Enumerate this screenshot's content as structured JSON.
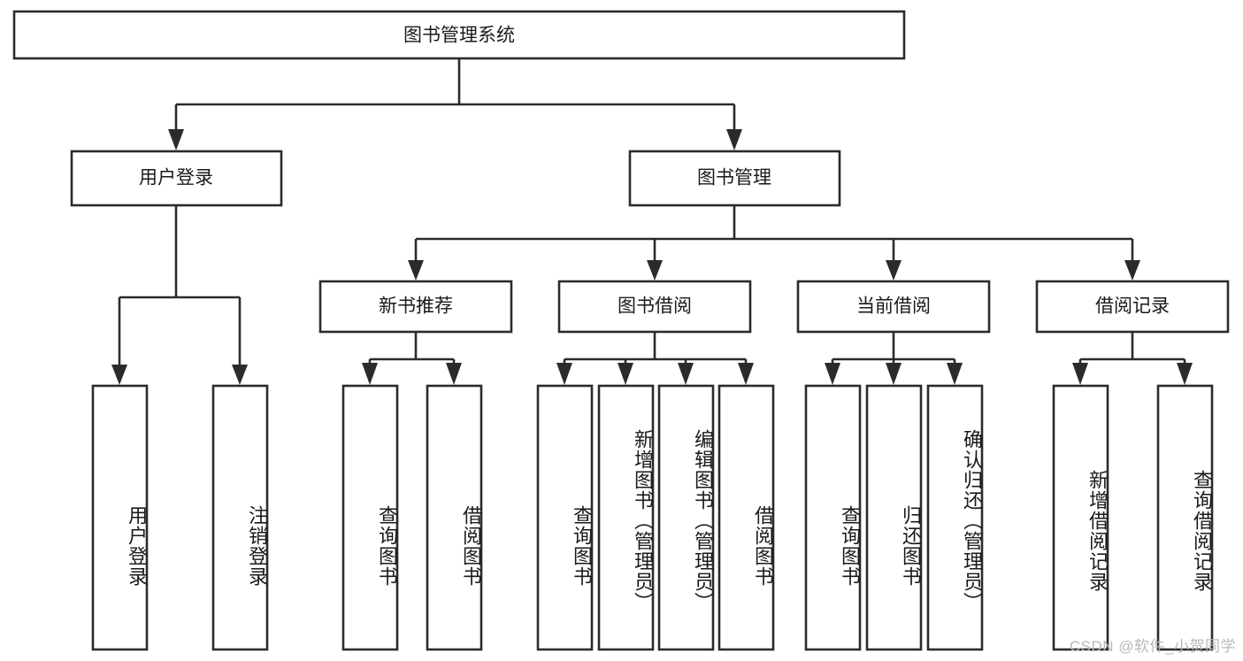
{
  "diagram": {
    "title": "图书管理系统",
    "type": "hierarchy-tree",
    "orientation": "top-down",
    "levels": 4,
    "colors": {
      "box_fill": "#ffffff",
      "box_stroke": "#2b2b2b",
      "text": "#1a1a1a",
      "watermark": "#b9b9b9",
      "background": "#ffffff"
    }
  },
  "root": {
    "label": "图书管理系统",
    "orientation": "horizontal"
  },
  "level2": [
    {
      "label": "用户登录",
      "orientation": "horizontal"
    },
    {
      "label": "图书管理",
      "orientation": "horizontal"
    }
  ],
  "level3": [
    {
      "label": "新书推荐",
      "orientation": "horizontal"
    },
    {
      "label": "图书借阅",
      "orientation": "horizontal"
    },
    {
      "label": "当前借阅",
      "orientation": "horizontal"
    },
    {
      "label": "借阅记录",
      "orientation": "horizontal"
    }
  ],
  "leaves": {
    "user_login": [
      {
        "label": "用户登录",
        "orientation": "vertical"
      },
      {
        "label": "注销登录",
        "orientation": "vertical"
      }
    ],
    "new_book_recommend": [
      {
        "label": "查询图书",
        "orientation": "vertical"
      },
      {
        "label": "借阅图书",
        "orientation": "vertical"
      }
    ],
    "book_borrow": [
      {
        "label": "查询图书",
        "orientation": "vertical"
      },
      {
        "label": "新增图书（管理员）",
        "orientation": "vertical"
      },
      {
        "label": "编辑图书（管理员）",
        "orientation": "vertical"
      },
      {
        "label": "借阅图书",
        "orientation": "vertical"
      }
    ],
    "current_borrow": [
      {
        "label": "查询图书",
        "orientation": "vertical"
      },
      {
        "label": "归还图书",
        "orientation": "vertical"
      },
      {
        "label": "确认归还（管理员）",
        "orientation": "vertical"
      }
    ],
    "borrow_record": [
      {
        "label": "新增借阅记录",
        "orientation": "vertical"
      },
      {
        "label": "查询借阅记录",
        "orientation": "vertical"
      }
    ]
  },
  "watermark": {
    "text": "CSDN @软件_小贺同学"
  }
}
